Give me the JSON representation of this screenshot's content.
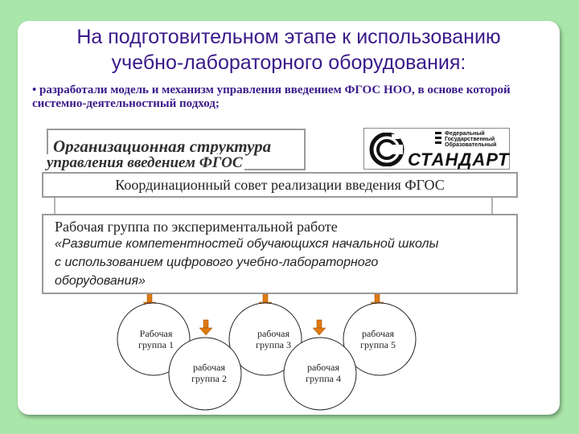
{
  "title_line1": "На подготовительном этапе к использованию",
  "title_line2": "учебно-лабораторного оборудования:",
  "bullet_text": "• разработали модель и механизм управления введением ФГОС НОО, в основе которой системно-деятельностный подход;",
  "org_line1": "Организационная структура",
  "org_line2": "управления введением ФГОС",
  "logo": {
    "small_lines": [
      "Федеральный",
      "Государственный",
      "Образовательный"
    ],
    "big_text": "СТАНДАРТ",
    "emblem": "c-circle-emblem"
  },
  "coord_council": "Координационный совет реализации введения ФГОС",
  "work_group": {
    "title": "Рабочая группа  по экспериментальной работе",
    "theme_line1": "«Развитие компетентностей обучающихся начальной школы",
    "theme_line2": "с использованием цифрового учебно-лабораторного",
    "theme_line3": "оборудования»"
  },
  "circles": [
    {
      "line1": "Рабочая",
      "line2": "группа 1"
    },
    {
      "line1": "рабочая",
      "line2": "группа 2"
    },
    {
      "line1": "рабочая",
      "line2": "группа 3"
    },
    {
      "line1": "рабочая",
      "line2": "группа 4"
    },
    {
      "line1": "рабочая",
      "line2": "группа 5"
    }
  ],
  "colors": {
    "background": "#a9e6a9",
    "title": "#3a1a8a",
    "arrow": "#e07a10",
    "box_border": "#9a9a9a"
  }
}
